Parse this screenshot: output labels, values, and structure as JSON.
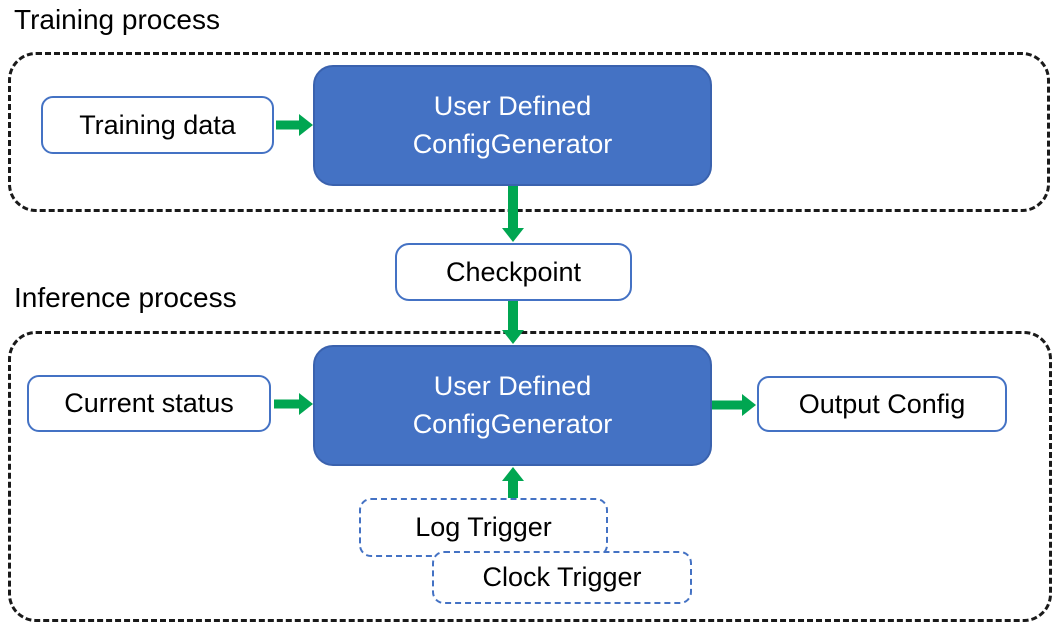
{
  "colors": {
    "node_fill": "#4472c4",
    "node_border": "#3a62ae",
    "io_box_border": "#4472c4",
    "arrow_green": "#00a651",
    "container_dash": "#1a1a1a",
    "trigger_dash": "#4472c4",
    "text_dark": "#000000",
    "text_light": "#ffffff"
  },
  "training": {
    "section_label": "Training process",
    "input_box": "Training data",
    "generator_line1": "User Defined",
    "generator_line2": "ConfigGenerator"
  },
  "checkpoint": {
    "label": "Checkpoint"
  },
  "inference": {
    "section_label": "Inference process",
    "input_box": "Current status",
    "generator_line1": "User Defined",
    "generator_line2": "ConfigGenerator",
    "output_box": "Output Config",
    "log_trigger": "Log Trigger",
    "clock_trigger": "Clock Trigger"
  }
}
